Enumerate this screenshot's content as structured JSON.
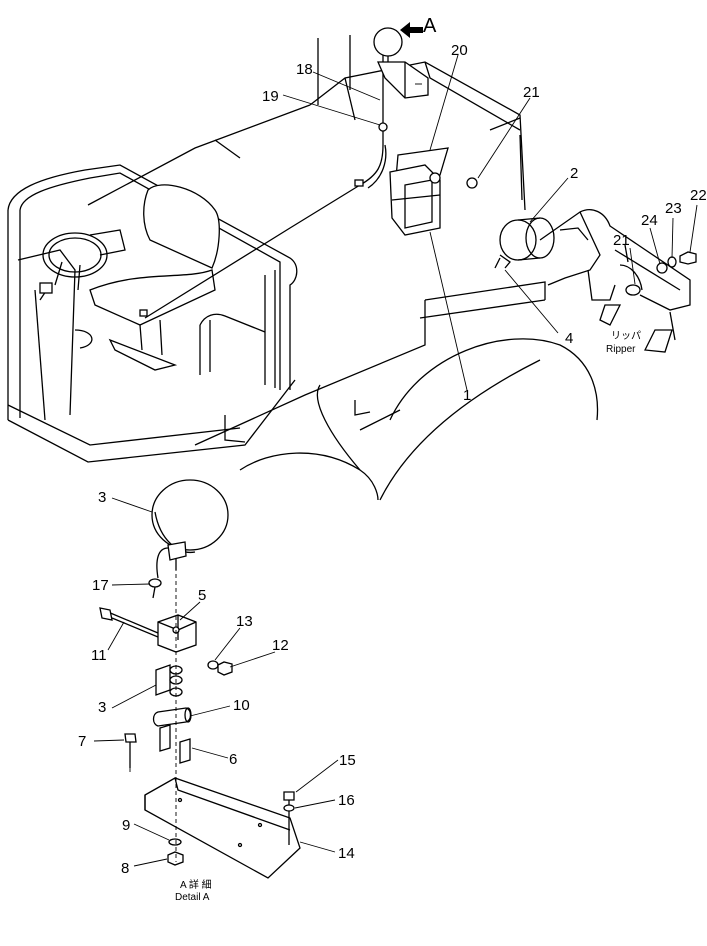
{
  "view_label": "A",
  "callouts": [
    {
      "id": "c1",
      "text": "1"
    },
    {
      "id": "c2",
      "text": "2"
    },
    {
      "id": "c3a",
      "text": "3"
    },
    {
      "id": "c3b",
      "text": "3"
    },
    {
      "id": "c4",
      "text": "4"
    },
    {
      "id": "c5",
      "text": "5"
    },
    {
      "id": "c6",
      "text": "6"
    },
    {
      "id": "c7",
      "text": "7"
    },
    {
      "id": "c8",
      "text": "8"
    },
    {
      "id": "c9",
      "text": "9"
    },
    {
      "id": "c10",
      "text": "10"
    },
    {
      "id": "c11",
      "text": "11"
    },
    {
      "id": "c12",
      "text": "12"
    },
    {
      "id": "c13",
      "text": "13"
    },
    {
      "id": "c14",
      "text": "14"
    },
    {
      "id": "c15",
      "text": "15"
    },
    {
      "id": "c16",
      "text": "16"
    },
    {
      "id": "c17",
      "text": "17"
    },
    {
      "id": "c18",
      "text": "18"
    },
    {
      "id": "c19",
      "text": "19"
    },
    {
      "id": "c20",
      "text": "20"
    },
    {
      "id": "c21a",
      "text": "21"
    },
    {
      "id": "c21b",
      "text": "21"
    },
    {
      "id": "c22",
      "text": "22"
    },
    {
      "id": "c23",
      "text": "23"
    },
    {
      "id": "c24",
      "text": "24"
    }
  ],
  "ripper_label_jp": "リッパ",
  "ripper_label_en": "Ripper",
  "detail_label_jp": "A 詳 細",
  "detail_label_en": "Detail A"
}
